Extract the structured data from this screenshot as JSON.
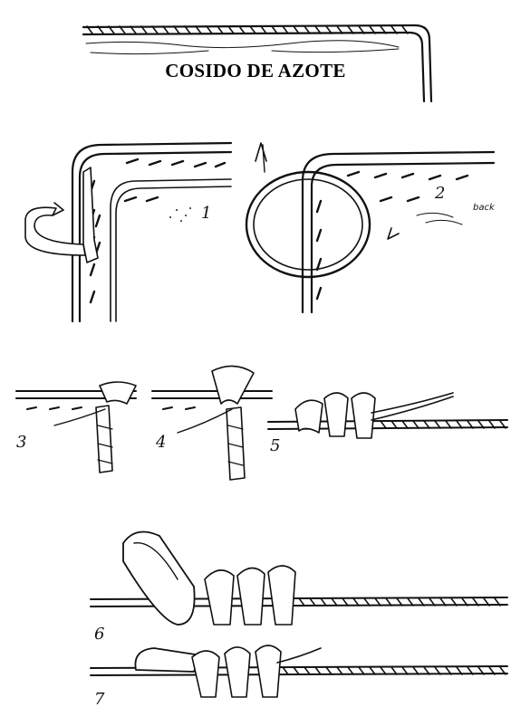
{
  "title": "COSIDO DE AZOTE",
  "steps": [
    "1",
    "2",
    "3",
    "4",
    "5",
    "6",
    "7"
  ],
  "annotations": {
    "back": "back"
  }
}
